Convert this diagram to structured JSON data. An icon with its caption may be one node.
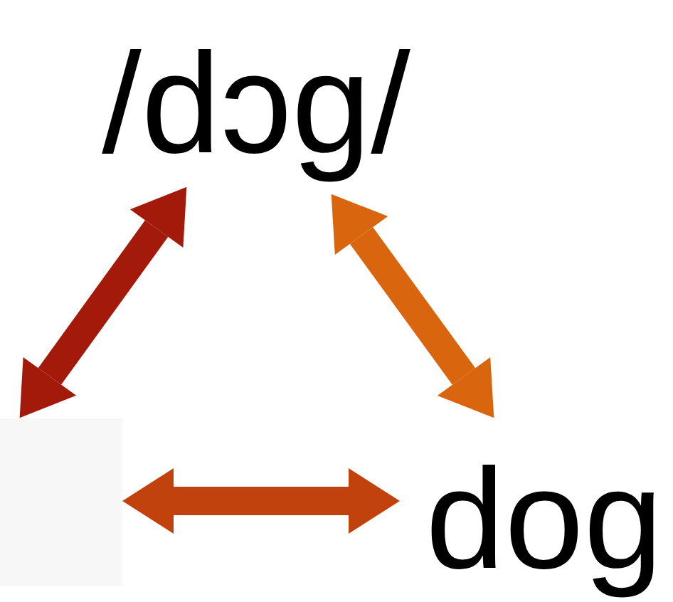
{
  "diagram": {
    "nodes": [
      {
        "text": [
          "/dɔg/"
        ]
      },
      {
        "text": [],
        "shape": "box"
      },
      {
        "text": [
          "dog"
        ]
      }
    ],
    "edges": [
      {
        "from": 0,
        "to": 1,
        "arrow": "both",
        "color": "#a3190a"
      },
      {
        "from": 0,
        "to": 2,
        "arrow": "both",
        "color": "#d9650f"
      },
      {
        "from": 1,
        "to": 2,
        "arrow": "both",
        "color": "#c1420c"
      }
    ]
  }
}
